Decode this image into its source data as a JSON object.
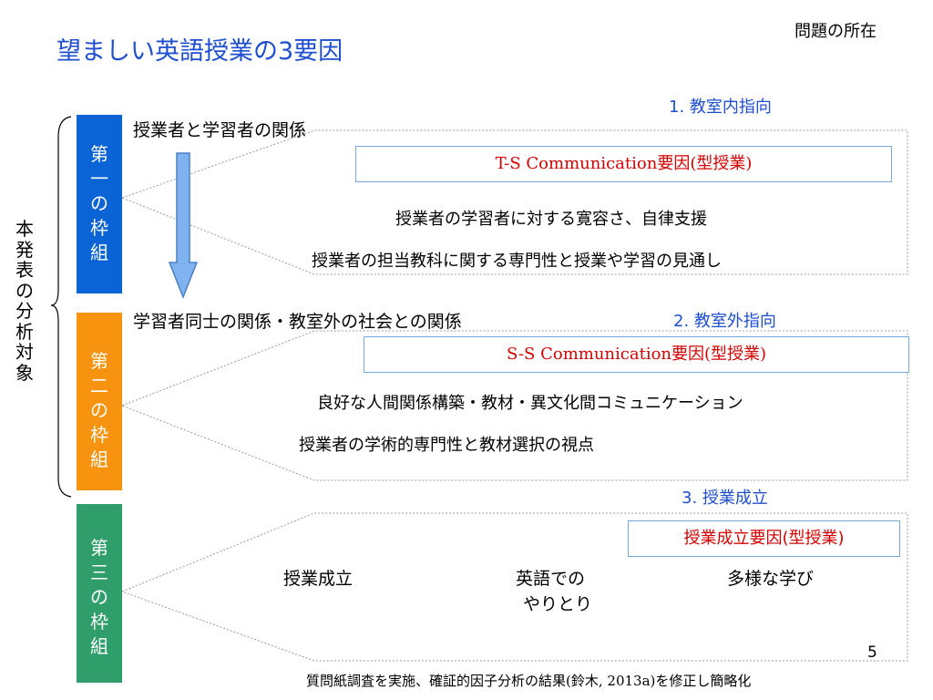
{
  "title": "望ましい英語授業の3要因",
  "corner_label": "問題の所在",
  "vertical_label": "本発表の分析対象",
  "frame1": {
    "label": [
      "第",
      "一",
      "の",
      "枠",
      "組"
    ],
    "heading": "授業者と学習者の関係",
    "section": "1. 教室内指向",
    "factor": "T-S Communication要因(型授業)",
    "items": [
      "授業者の学習者に対する寛容さ、自律支援",
      "授業者の担当教科に関する専門性と授業や学習の見通し"
    ]
  },
  "frame2": {
    "label": [
      "第",
      "二",
      "の",
      "枠",
      "組"
    ],
    "heading": "学習者同士の関係・教室外の社会との関係",
    "section": "2. 教室外指向",
    "factor": "S-S Communication要因(型授業)",
    "items": [
      "良好な人間関係構築・教材・異文化間コミュニケーション",
      "授業者の学術的専門性と教材選択の視点"
    ]
  },
  "frame3": {
    "label": [
      "第",
      "三",
      "の",
      "枠",
      "組"
    ],
    "section": "3. 授業成立",
    "factor": "授業成立要因(型授業)",
    "items": [
      "授業成立",
      "英語での",
      "やりとり",
      "多様な学び"
    ]
  },
  "footnote": {
    "main": "質問紙調査を実施、確証的因子分析の結果",
    "citation": "(鈴木, 2013a)を修正し簡略化"
  },
  "page_number": "5",
  "colors": {
    "title": "#1f4fd0",
    "frame1": "#0b64d6",
    "frame2": "#f7930e",
    "frame3": "#2f9e6a",
    "factor_text": "#d40000",
    "arrow": "#7fb2ee"
  }
}
